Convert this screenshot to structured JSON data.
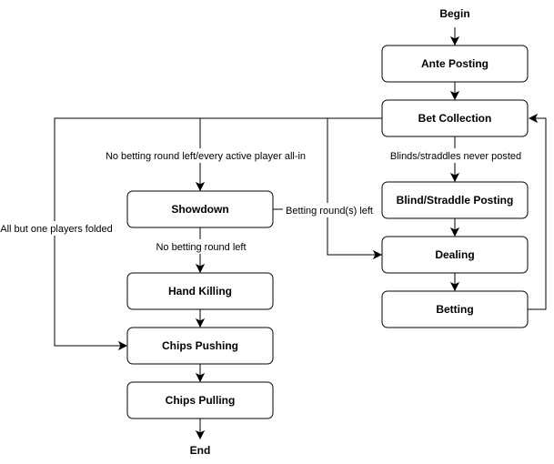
{
  "terminals": {
    "begin": "Begin",
    "end": "End"
  },
  "nodes": {
    "ante_posting": "Ante Posting",
    "bet_collection": "Bet Collection",
    "blind_straddle_posting": "Blind/Straddle Posting",
    "dealing": "Dealing",
    "betting": "Betting",
    "showdown": "Showdown",
    "hand_killing": "Hand Killing",
    "chips_pushing": "Chips Pushing",
    "chips_pulling": "Chips Pulling"
  },
  "edge_labels": {
    "no_betting_round_left_all_in": "No betting round left/every active player all-in",
    "blinds_never_posted": "Blinds/straddles never posted",
    "betting_rounds_left": "Betting round(s) left",
    "no_betting_round_left": "No betting round left",
    "all_but_one_folded": "All but one players folded"
  }
}
